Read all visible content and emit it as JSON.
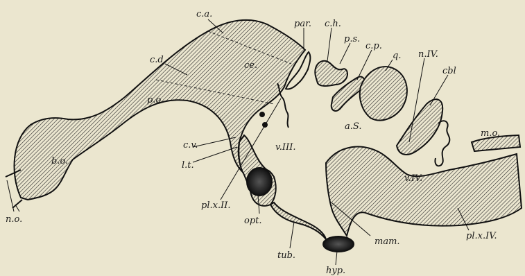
{
  "labels": {
    "ca": "c.a.",
    "par": "par.",
    "ch": "c.h.",
    "ps": "p.s.",
    "cp": "c.p.",
    "q": "q.",
    "n4": "n.IV.",
    "cbl": "cbl",
    "mo": "m.o.",
    "cd": "c.d.",
    "ce": "ce.",
    "po": "p.o.",
    "bo": "b.o.",
    "as": "a.S.",
    "cv": "c.v.",
    "v3": "v.III.",
    "v4": "v.IV.",
    "lt": "l.t.",
    "no": "n.o.",
    "plx3": "pl.x.II.",
    "opt": "opt.",
    "plx4": "pl.x.IV.",
    "tub": "tub.",
    "mam": "mam.",
    "hyp": "hyp."
  },
  "colors": {
    "background": "#ebe6cf",
    "ink": "#111111"
  }
}
